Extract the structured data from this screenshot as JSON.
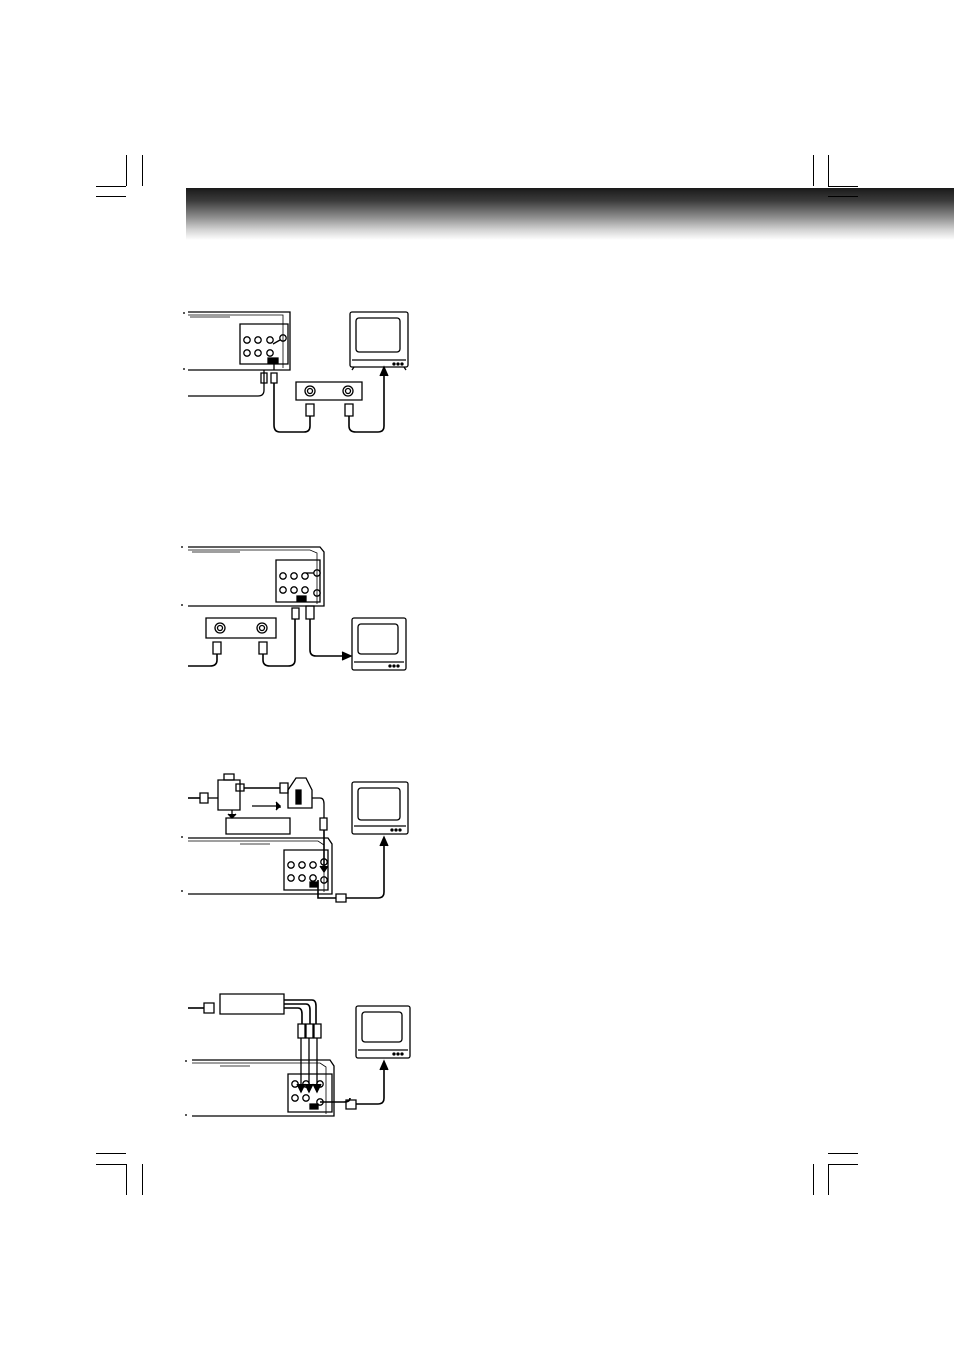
{
  "page": {
    "header_bar": {
      "gradient_top": "#1a1a1a",
      "gradient_bottom": "#ffffff"
    }
  },
  "diagrams": [
    {
      "name": "connection-diagram-1",
      "components": [
        "vcr-back-panel",
        "tv-set",
        "antenna-splitter",
        "coaxial-cable"
      ]
    },
    {
      "name": "connection-diagram-2",
      "components": [
        "vcr-back-panel",
        "antenna-splitter",
        "tv-set",
        "coaxial-cable"
      ]
    },
    {
      "name": "connection-diagram-3",
      "components": [
        "signal-splitter",
        "rf-switch",
        "cable-box",
        "tv-set",
        "vcr-back-panel"
      ]
    },
    {
      "name": "connection-diagram-4",
      "components": [
        "cable-box",
        "rca-cables",
        "tv-set",
        "vcr-back-panel"
      ]
    }
  ],
  "colors": {
    "line": "#000000",
    "paper": "#ffffff"
  }
}
